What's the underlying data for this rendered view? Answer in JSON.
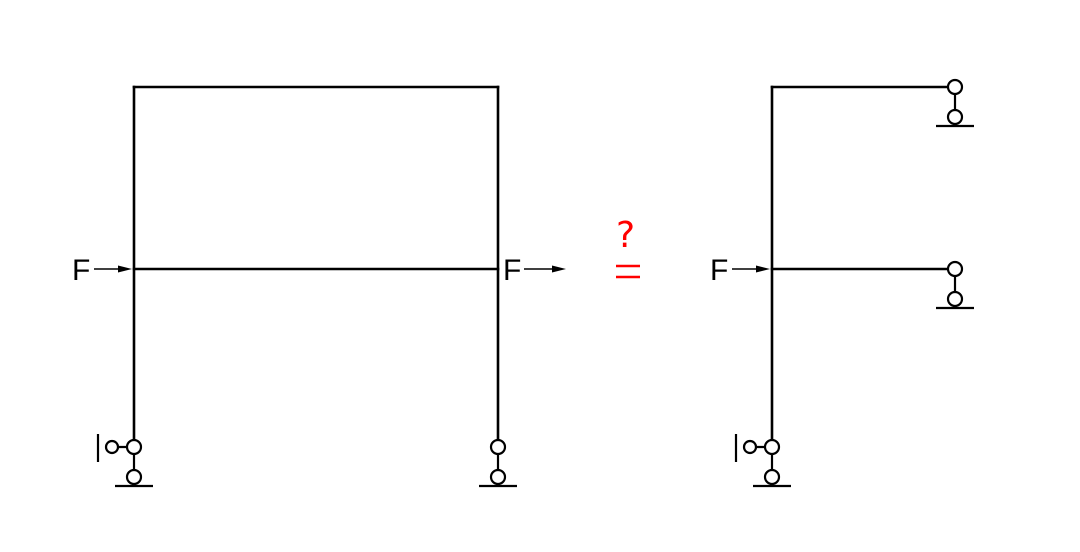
{
  "diagram": {
    "left_frame": {
      "load_left": "F",
      "load_right": "F"
    },
    "equivalence": {
      "question_mark": "?",
      "color": "#ff0000"
    },
    "right_frame": {
      "load": "F"
    },
    "line_color": "#000000"
  }
}
